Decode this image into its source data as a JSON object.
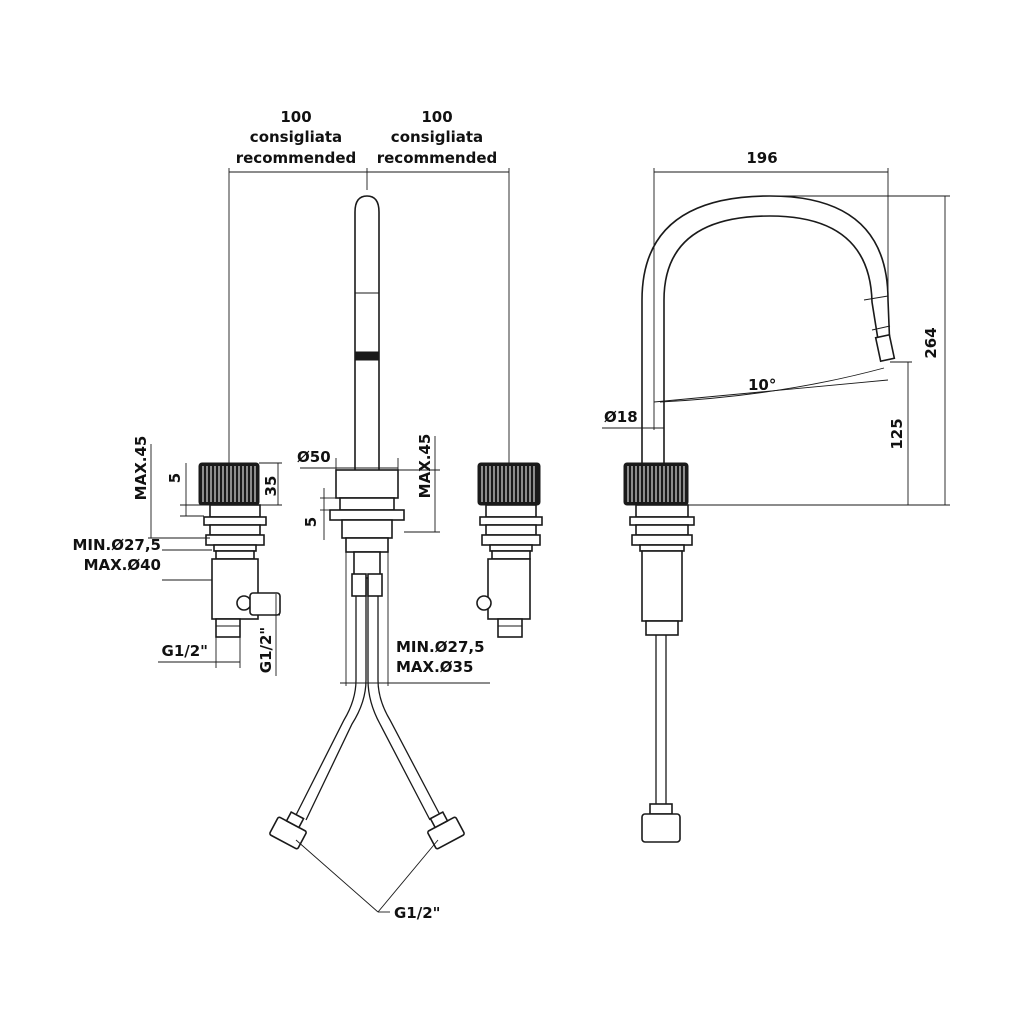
{
  "dimensions": {
    "spacing_left_value": "100",
    "spacing_left_it": "consigliata",
    "spacing_left_en": "recommended",
    "spacing_right_value": "100",
    "spacing_right_it": "consigliata",
    "spacing_right_en": "recommended",
    "reach": "196",
    "height_total": "264",
    "height_outlet": "125",
    "spout_angle": "10°",
    "spout_diameter": "Ø18",
    "body_diameter": "Ø50",
    "max_deck_left": "MAX.45",
    "max_deck_center": "MAX.45",
    "knob_height": "35",
    "flange_left": "5",
    "flange_center": "5",
    "hole_min_left": "MIN.Ø27,5",
    "hole_max_left": "MAX.Ø40",
    "hole_min_center": "MIN.Ø27,5",
    "hole_max_center": "MAX.Ø35",
    "thread_left_h": "G1/2\"",
    "thread_left_v": "G1/2\"",
    "thread_hoses": "G1/2\""
  }
}
